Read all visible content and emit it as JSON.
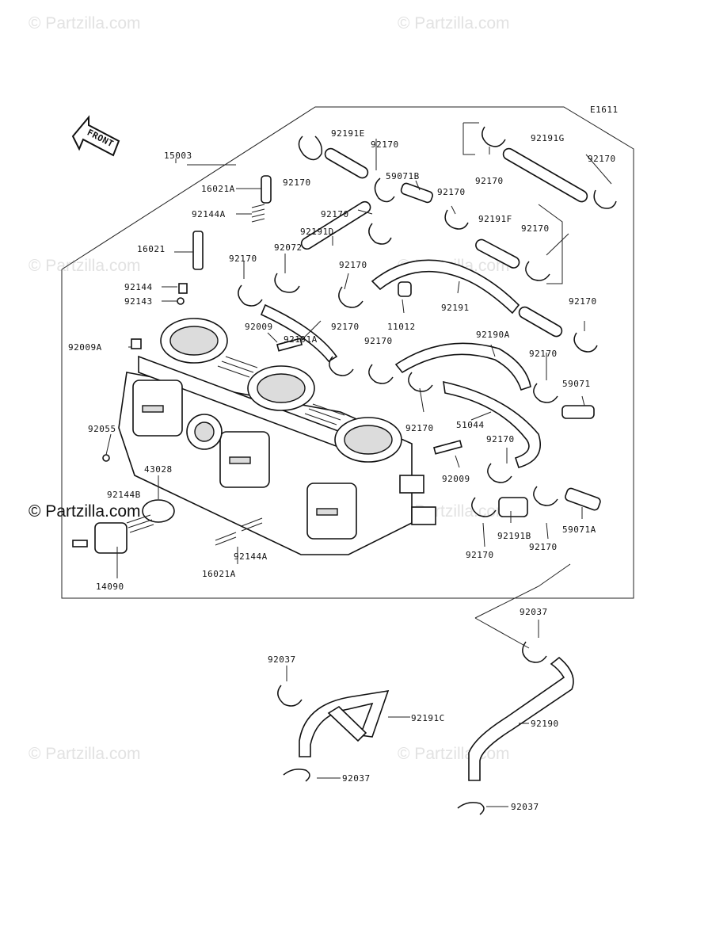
{
  "diagram_code": "E1611",
  "front_label": "FRONT",
  "watermarks": [
    "© Partzilla.com",
    "© Partzilla.com",
    "© Partzilla.com",
    "© Partzilla.com",
    "© Partzilla.com",
    "© Partzilla.com",
    "© Partzilla.com",
    "© Partzilla.com"
  ],
  "labels": {
    "l15003": "15003",
    "l16021A_top": "16021A",
    "l92144A": "92144A",
    "l16021": "16021",
    "l92144": "92144",
    "l92143": "92143",
    "l92009A": "92009A",
    "l92055": "92055",
    "l43028": "43028",
    "l92144B": "92144B",
    "l14090": "14090",
    "l92144A_b": "92144A",
    "l16021A_b": "16021A",
    "l92170_a": "92170",
    "l92072": "92072",
    "l92009_a": "92009",
    "l92191A": "92191A",
    "l92191E": "92191E",
    "l92170_b": "92170",
    "l92170_c": "92170",
    "l59071B": "59071B",
    "l92170_d": "92170",
    "l92191D": "92191D",
    "l92170_e": "92170",
    "l92170_f": "92170",
    "l11012": "11012",
    "l92170_g": "92170",
    "l92191G": "92191G",
    "l92170_h": "92170",
    "l92170_i": "92170",
    "l92191F": "92191F",
    "l92170_j": "92170",
    "l92191": "92191",
    "l92170_k": "92170",
    "l92190A": "92190A",
    "l92170_l": "92170",
    "l92170_m": "92170",
    "l59071": "59071",
    "l51044": "51044",
    "l92170_n": "92170",
    "l92009_b": "92009",
    "l92191B": "92191B",
    "l92170_o": "92170",
    "l92170_p": "92170",
    "l59071A": "59071A",
    "l92037_a": "92037",
    "l92037_b": "92037",
    "l92191C": "92191C",
    "l92190": "92190",
    "l92037_c": "92037",
    "l92037_d": "92037"
  }
}
